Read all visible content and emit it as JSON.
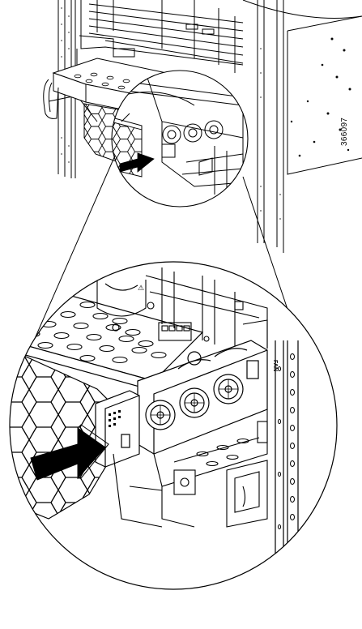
{
  "figure": {
    "id_label": "366097",
    "fan_tray_tag": "FAN",
    "warning_symbol": "⚠",
    "line_color": "#000000",
    "fill_color": "#ffffff",
    "arrow_color": "#000000",
    "icons": [
      "chassis-rack",
      "fan-tray",
      "insertion-arrow",
      "magnifier-callout"
    ]
  }
}
